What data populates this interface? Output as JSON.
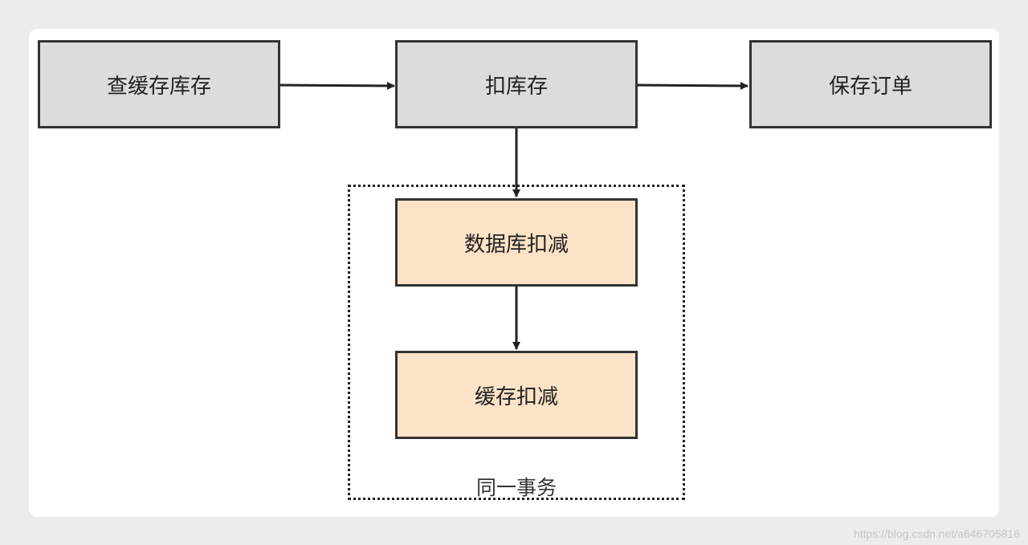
{
  "nodes": {
    "check_cache": "查缓存库存",
    "deduct_stock": "扣库存",
    "save_order": "保存订单",
    "db_deduct": "数据库扣减",
    "cache_deduct": "缓存扣减"
  },
  "group": {
    "label": "同一事务"
  },
  "watermark": "https://blog.csdn.net/a646705816",
  "colors": {
    "gray_fill": "#dcdcdc",
    "orange_fill": "#fce3c7",
    "border": "#333333"
  }
}
